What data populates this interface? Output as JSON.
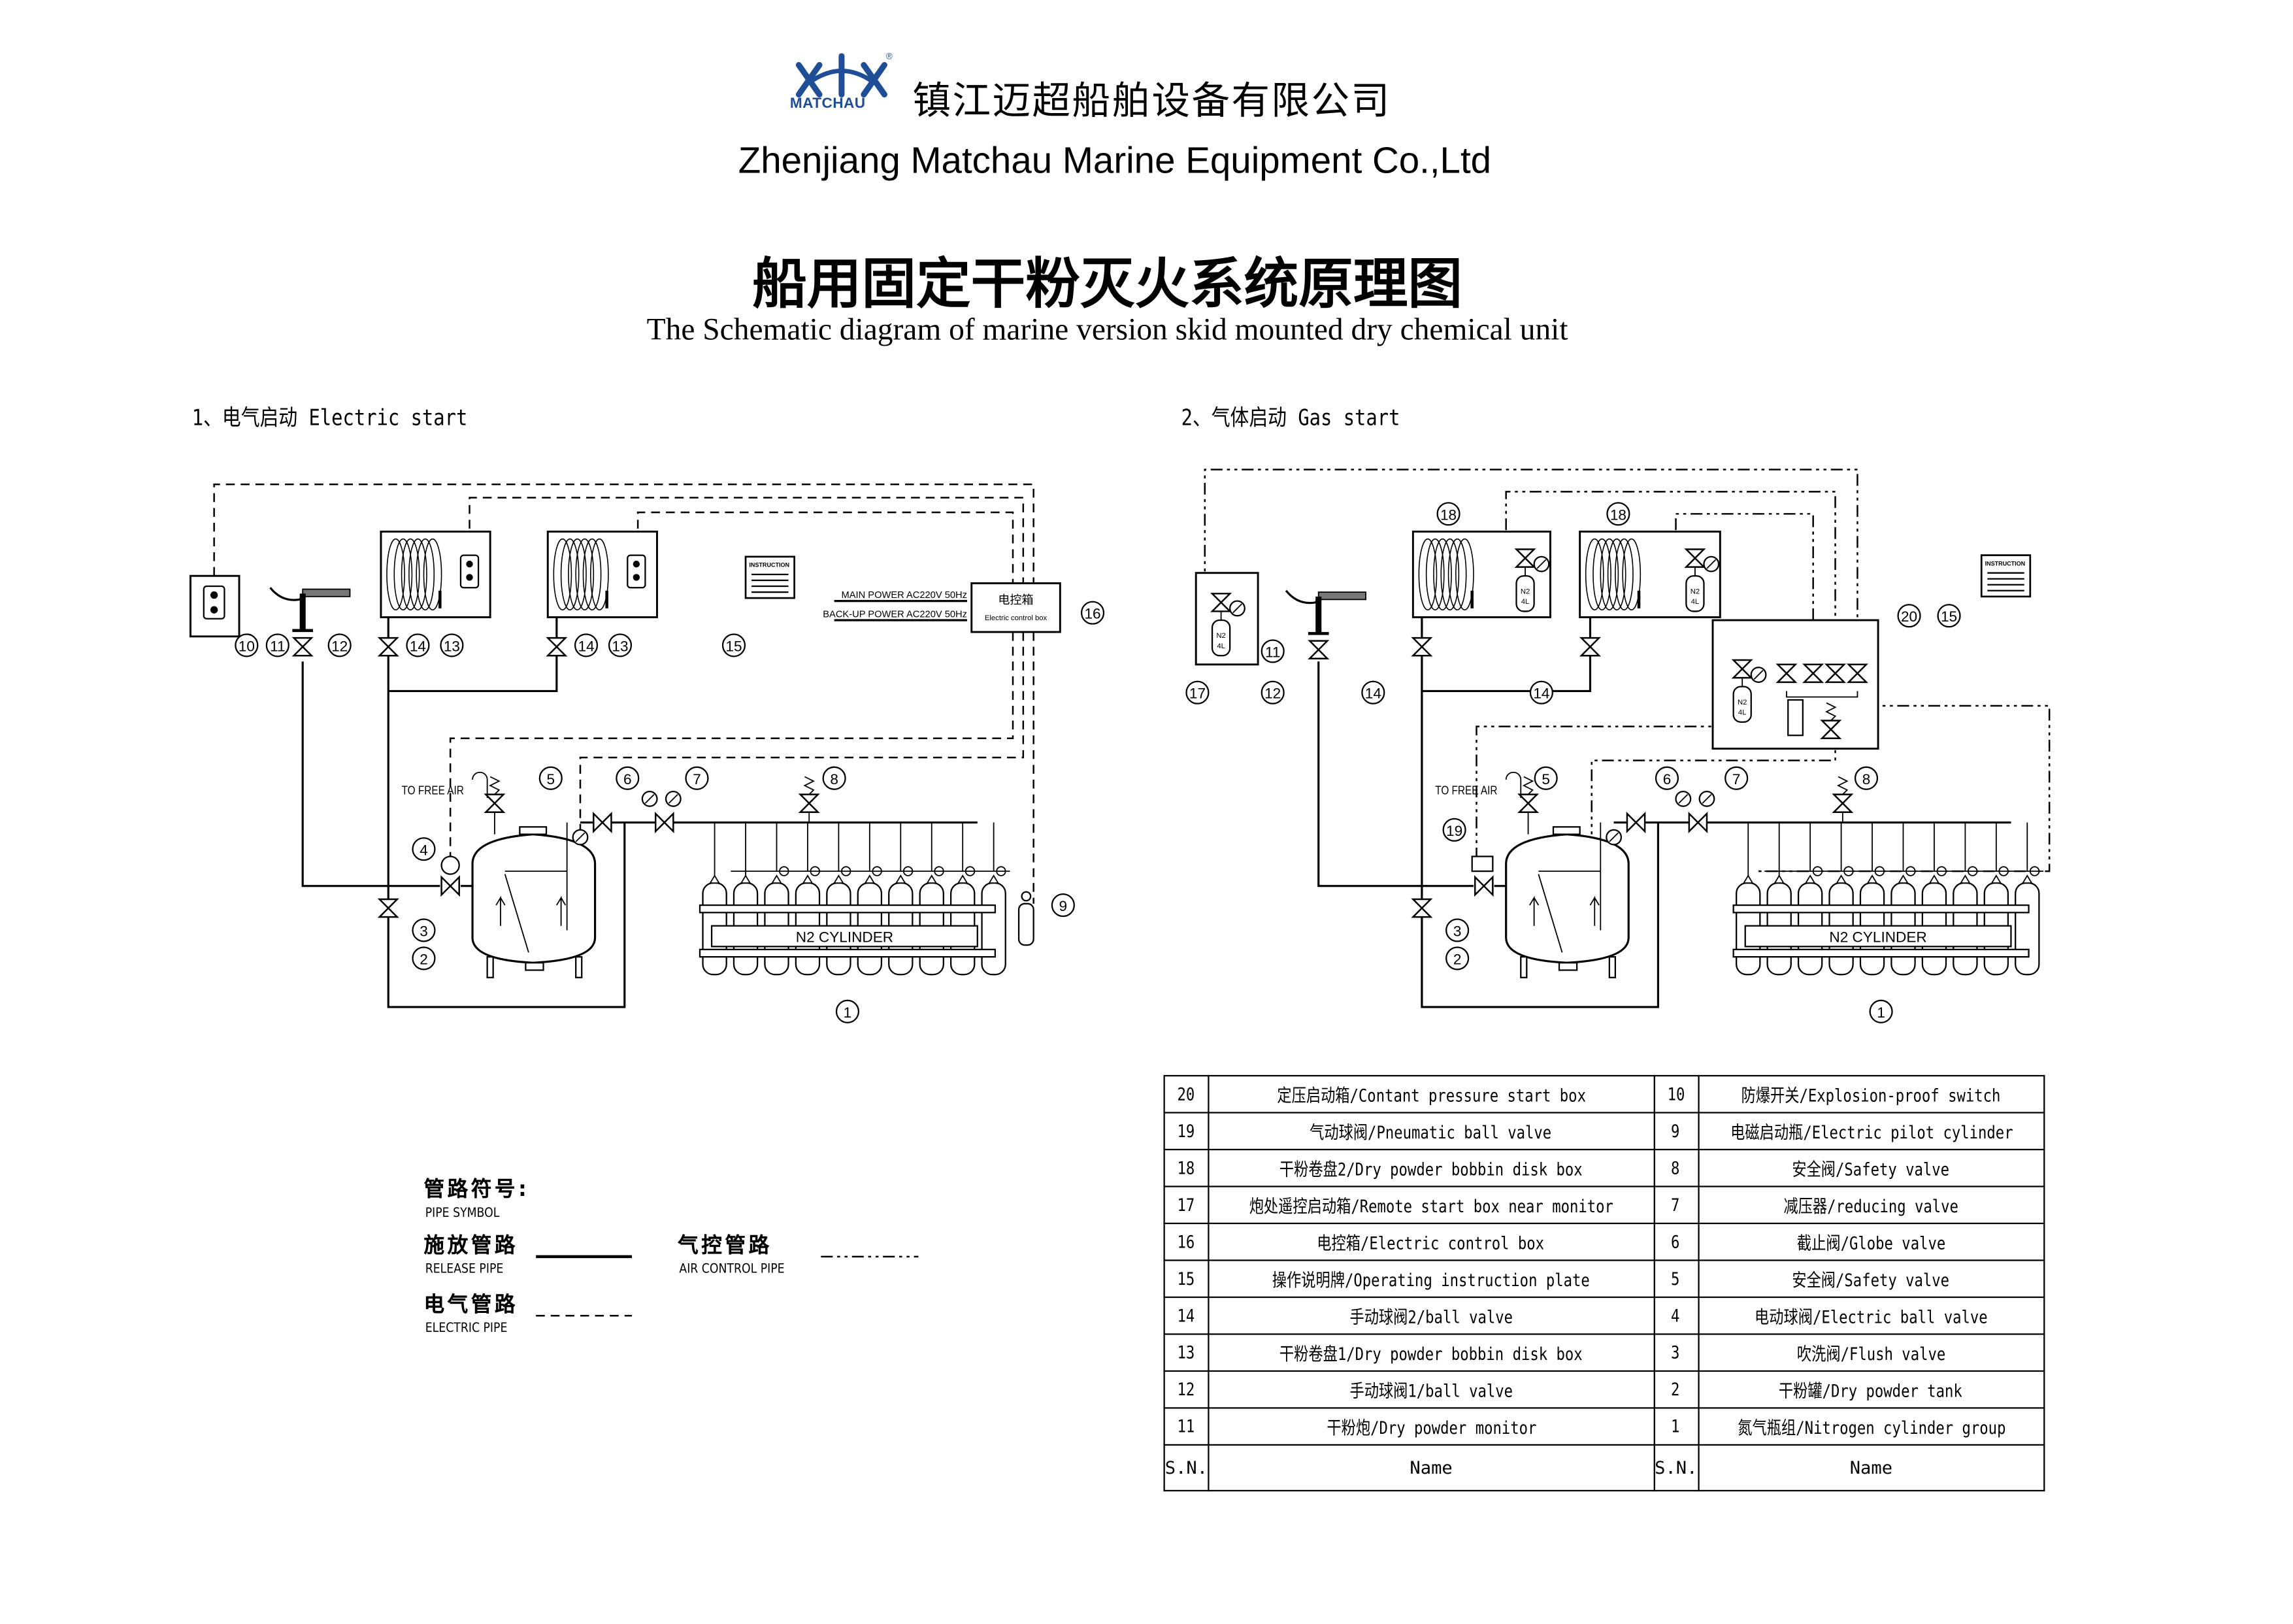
{
  "header": {
    "logo_text": "MATCHAU",
    "company_cn": "镇江迈超船舶设备有限公司",
    "company_en": "Zhenjiang Matchau Marine Equipment Co.,Ltd",
    "title_cn": "船用固定干粉灭火系统原理图",
    "title_en": "The Schematic diagram of marine version skid mounted dry chemical unit",
    "brand_color": "#1f4e96"
  },
  "sections": {
    "electric": "1、电气启动  Electric start",
    "gas": "2、气体启动     Gas start"
  },
  "labels": {
    "main_power": "MAIN POWER AC220V 50Hz",
    "backup_power": "BACK-UP POWER AC220V 50Hz",
    "control_box_cn": "电控箱",
    "control_box_en": "Electric control box",
    "instruction": "INSTRUCTION",
    "free_air": "TO FREE AIR",
    "n2_cylinder": "N2 CYLINDER",
    "n2_small": "N2",
    "n2_vol": "4L"
  },
  "electric_callouts": [
    "10",
    "11",
    "12",
    "14",
    "13",
    "14",
    "13",
    "15",
    "16",
    "5",
    "6",
    "7",
    "8",
    "4",
    "3",
    "2",
    "1",
    "9"
  ],
  "gas_callouts": [
    "18",
    "18",
    "17",
    "11",
    "12",
    "14",
    "14",
    "20",
    "15",
    "5",
    "6",
    "7",
    "8",
    "19",
    "3",
    "2",
    "1"
  ],
  "legend": {
    "title_cn": "管路符号:",
    "title_en": "PIPE SYMBOL",
    "items": [
      {
        "cn": "施放管路",
        "en": "RELEASE PIPE",
        "style": "solid"
      },
      {
        "cn": "气控管路",
        "en": "AIR CONTROL PIPE",
        "style": "dash-dot"
      },
      {
        "cn": "电气管路",
        "en": "ELECTRIC PIPE",
        "style": "dashed"
      }
    ]
  },
  "parts_table": {
    "header": {
      "sn": "S.N.",
      "name": "Name"
    },
    "rows": [
      {
        "sn1": "20",
        "name1": "定压启动箱/Contant pressure start box",
        "sn2": "10",
        "name2": "防爆开关/Explosion-proof switch"
      },
      {
        "sn1": "19",
        "name1": "气动球阀/Pneumatic ball valve",
        "sn2": "9",
        "name2": "电磁启动瓶/Electric pilot cylinder"
      },
      {
        "sn1": "18",
        "name1": "干粉卷盘2/Dry powder bobbin disk box",
        "sn2": "8",
        "name2": "安全阀/Safety valve"
      },
      {
        "sn1": "17",
        "name1": "炮处遥控启动箱/Remote start box near monitor",
        "sn2": "7",
        "name2": "减压器/reducing valve"
      },
      {
        "sn1": "16",
        "name1": "电控箱/Electric control box",
        "sn2": "6",
        "name2": "截止阀/Globe valve"
      },
      {
        "sn1": "15",
        "name1": "操作说明牌/Operating instruction plate",
        "sn2": "5",
        "name2": "安全阀/Safety valve"
      },
      {
        "sn1": "14",
        "name1": "手动球阀2/ball valve",
        "sn2": "4",
        "name2": "电动球阀/Electric ball valve"
      },
      {
        "sn1": "13",
        "name1": "干粉卷盘1/Dry powder bobbin disk box",
        "sn2": "3",
        "name2": "吹洗阀/Flush valve"
      },
      {
        "sn1": "12",
        "name1": "手动球阀1/ball valve",
        "sn2": "2",
        "name2": "干粉罐/Dry powder tank"
      },
      {
        "sn1": "11",
        "name1": "干粉炮/Dry powder monitor",
        "sn2": "1",
        "name2": "氮气瓶组/Nitrogen cylinder group"
      }
    ]
  }
}
